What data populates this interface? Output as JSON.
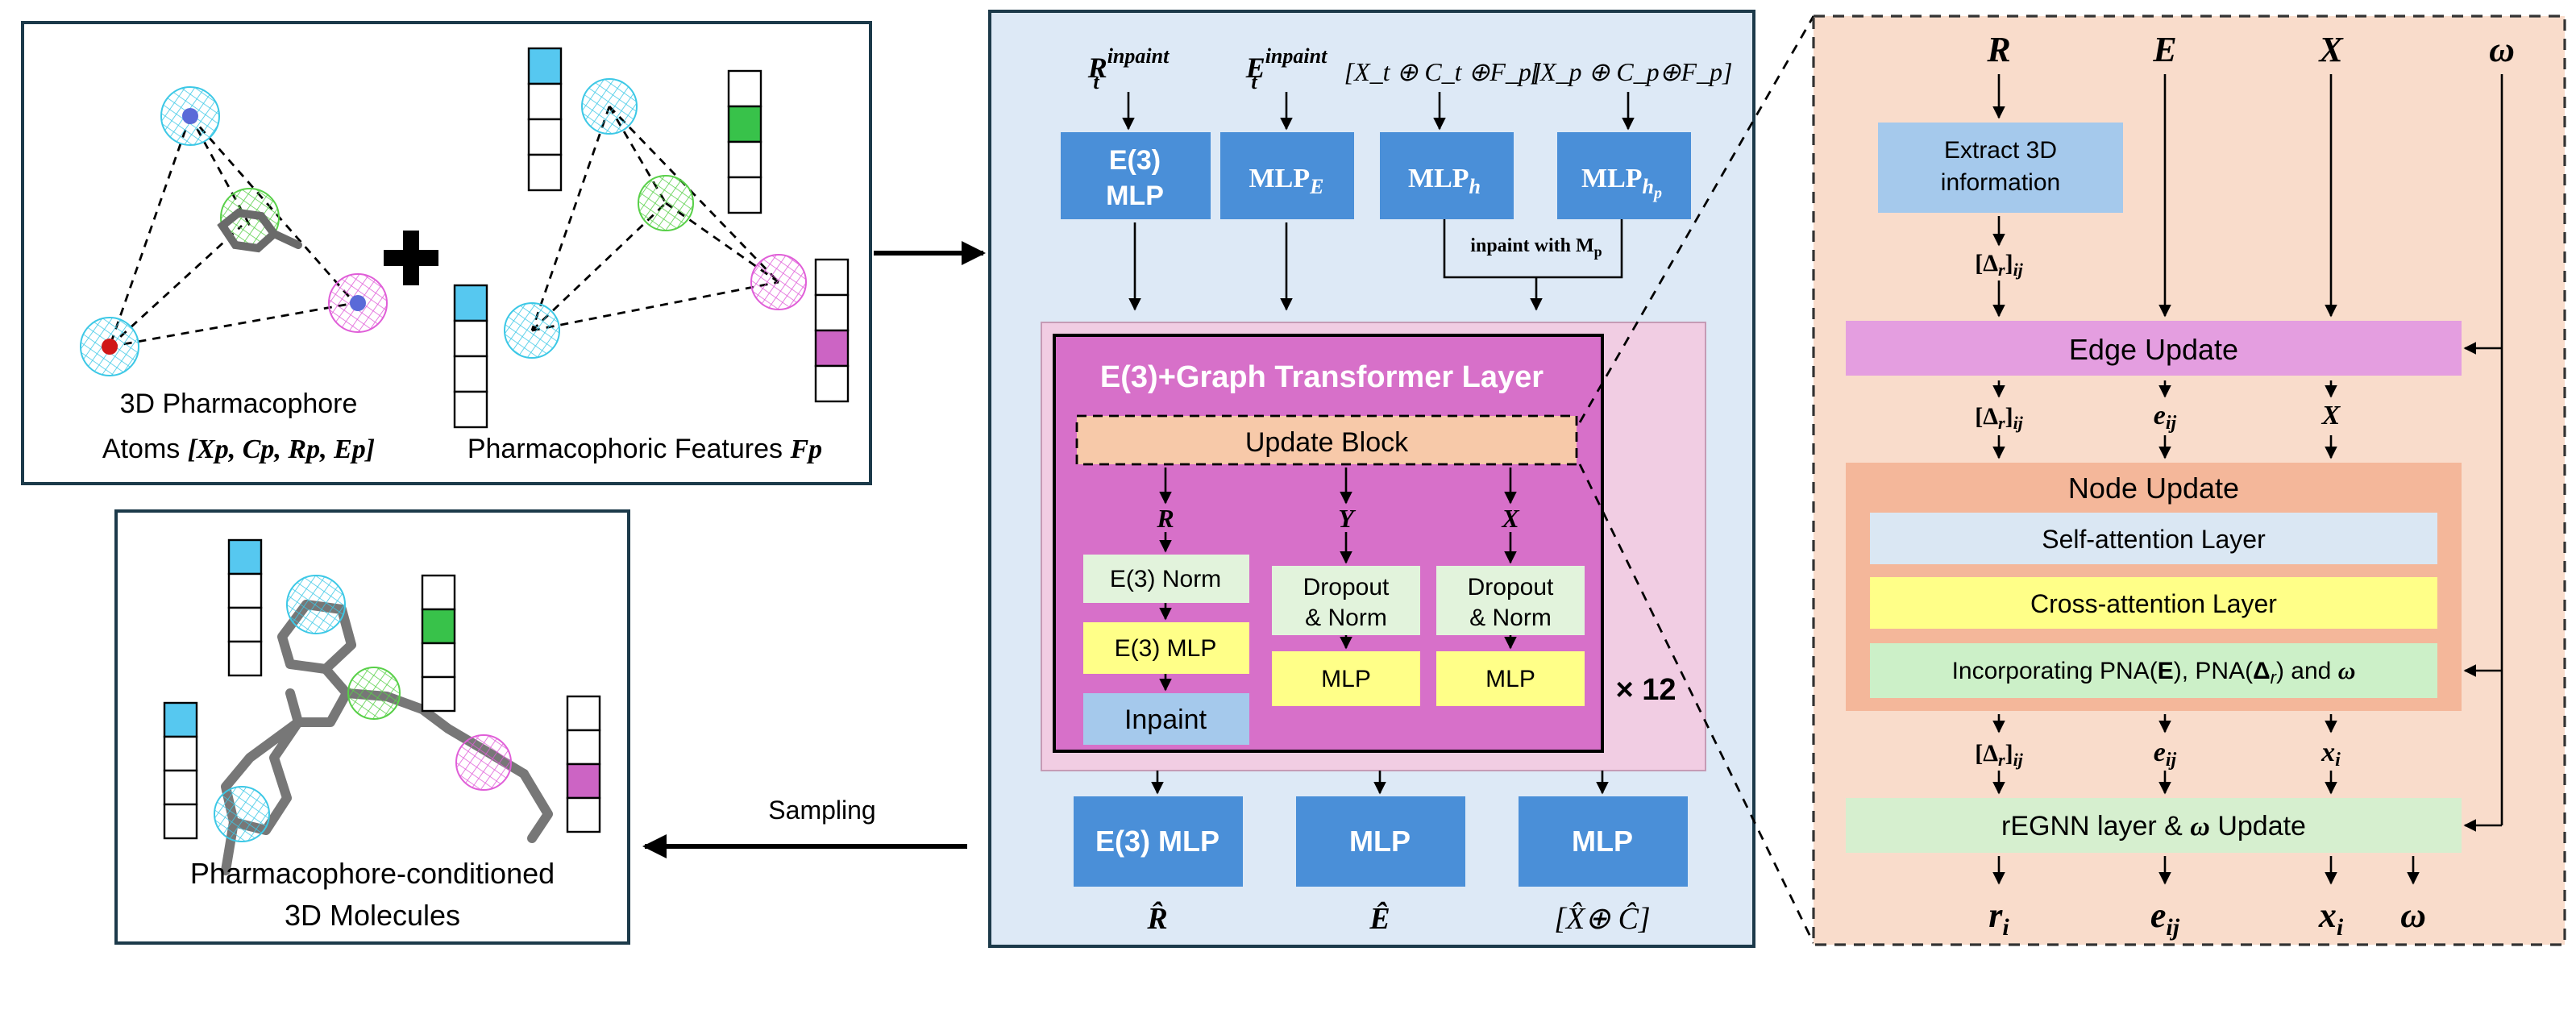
{
  "colors": {
    "blue_box": "#4a8fd8",
    "middle_bg": "#dde9f6",
    "pink_outer": "#f1cde3",
    "magenta_layer": "#d770c9",
    "orange_block": "#f7c9a9",
    "right_bg": "#f9dccb",
    "edge_update": "#e49ee0",
    "node_update": "#f4b79a",
    "self_attn": "#dae7f3",
    "cross_attn": "#ffff88",
    "pna": "#ccf0c8",
    "regnn": "#d6efcf",
    "norm_green": "#e2f3dc",
    "mlp_yellow": "#ffff88",
    "inpaint_blue": "#a5c9ec",
    "cyan_feature": "#56c8f0",
    "green_feature": "#38c24a",
    "magenta_feature": "#cc64c4"
  },
  "top_left": {
    "label_line1": "3D Pharmacophore",
    "label_line2": "Atoms ",
    "atoms_math": "[Xp, Cp, Rp, Ep]",
    "features_label": "Pharmacophoric Features ",
    "features_math": "Fp"
  },
  "bottom_left": {
    "label_line1": "Pharmacophore-conditioned",
    "label_line2": "3D Molecules"
  },
  "sampling_label": "Sampling",
  "middle": {
    "inputs": [
      "R_t^inpaint",
      "E_t^inpaint",
      "[X_t ⊕ C_t ⊕F_p]",
      "[X_p ⊕ C_p⊕F_p]"
    ],
    "top_boxes": [
      "E(3)",
      "MLP",
      "MLP_E",
      "MLP_h",
      "MLP_hp"
    ],
    "inpaint_with": "inpaint with M",
    "inpaint_with_sub": "p",
    "layer_title": "E(3)+Graph Transformer Layer",
    "update_block": "Update Block",
    "col_labels": [
      "R",
      "Y",
      "X"
    ],
    "e3_norm": "E(3) Norm",
    "e3_mlp": "E(3) MLP",
    "inpaint": "Inpaint",
    "dropout1": "Dropout",
    "norm1": "& Norm",
    "dropout2": "Dropout",
    "norm2": "& Norm",
    "mlp_y": "MLP",
    "mlp_x": "MLP",
    "repeat": "× 12",
    "bottom_boxes": [
      "E(3) MLP",
      "MLP",
      "MLP"
    ],
    "outputs": [
      "R̂",
      "Ê",
      "[X̂⊕ Ĉ]"
    ]
  },
  "right": {
    "inputs": [
      "R",
      "E",
      "X",
      "ω"
    ],
    "extract_line1": "Extract 3D",
    "extract_line2": "information",
    "delta_r_ij": "[Δr]ij",
    "edge_update": "Edge Update",
    "e_ij": "eij",
    "x_label": "X",
    "node_update": "Node Update",
    "self_attn": "Self-attention Layer",
    "cross_attn": "Cross-attention Layer",
    "pna": "Incorporating PNA(E), PNA(Δr) and ω",
    "x_i": "xi",
    "regnn": "rEGNN layer & ω Update",
    "outputs": [
      "ri",
      "eij",
      "xi",
      "ω"
    ]
  }
}
